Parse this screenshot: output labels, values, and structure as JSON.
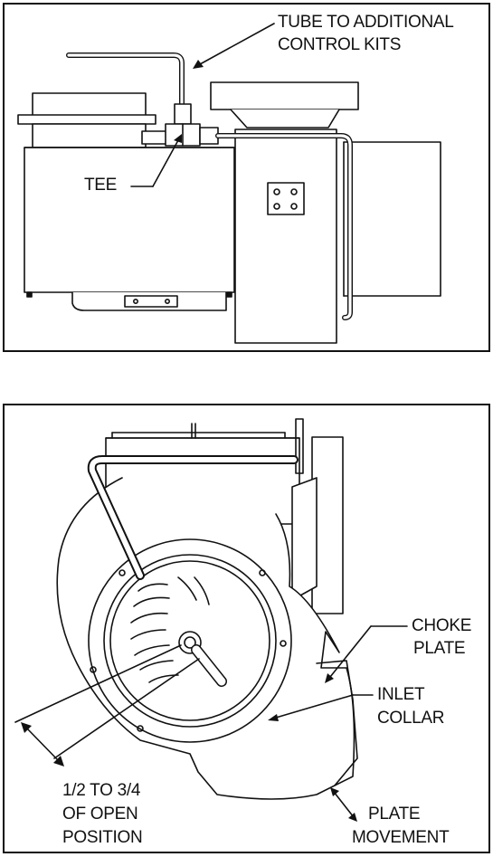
{
  "top_figure": {
    "labels": {
      "tube_line1": "TUBE TO ADDITIONAL",
      "tube_line2": "CONTROL KITS",
      "tee": "TEE"
    }
  },
  "bottom_figure": {
    "labels": {
      "choke_line1": "CHOKE",
      "choke_line2": "PLATE",
      "inlet_line1": "INLET",
      "inlet_line2": "COLLAR",
      "open_line1": "1/2 TO 3/4",
      "open_line2": "OF OPEN",
      "open_line3": "POSITION",
      "plate_line1": "PLATE",
      "plate_line2": "MOVEMENT"
    }
  }
}
